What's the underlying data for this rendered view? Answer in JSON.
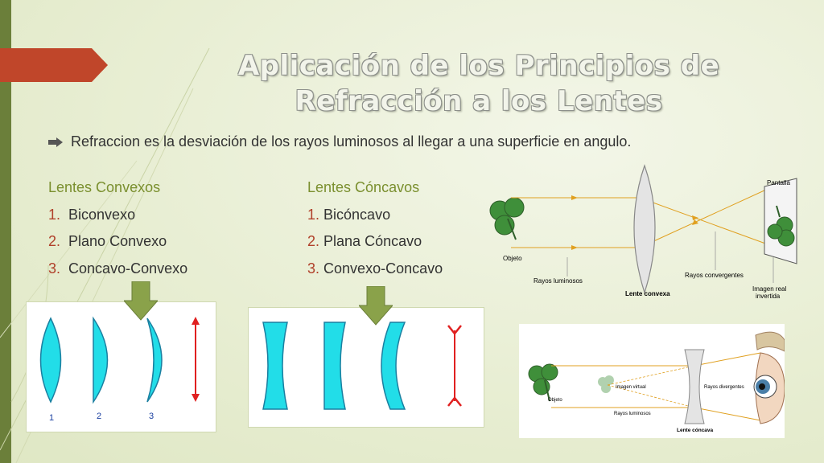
{
  "slide": {
    "title": "Aplicación de los Principios de Refracción a los Lentes",
    "bullet": "Refraccion es la desviación de los rayos luminosos al llegar a una superficie en angulo."
  },
  "convex": {
    "heading": "Lentes Convexos",
    "items": [
      {
        "num": "1.",
        "label": "Biconvexo"
      },
      {
        "num": "2.",
        "label": "Plano Convexo"
      },
      {
        "num": "3.",
        "label": "Concavo-Convexo"
      }
    ],
    "figure_numbers": [
      "1",
      "2",
      "3"
    ]
  },
  "concave": {
    "heading": "Lentes Cóncavos",
    "items": [
      {
        "num": "1.",
        "label": "Bicóncavo"
      },
      {
        "num": "2.",
        "label": "Plana Cóncavo"
      },
      {
        "num": "3.",
        "label": "Convexo-Concavo"
      }
    ]
  },
  "convex_diagram": {
    "screen_label": "Pantalla",
    "object_label": "Objeto",
    "rays_label": "Rayos luminosos",
    "lens_label": "Lente convexa",
    "converging_label": "Rayos convergentes",
    "image_label_1": "Imagen real",
    "image_label_2": "invertida"
  },
  "concave_diagram": {
    "object_label": "Objeto",
    "virtual_label": "Imagen virtual",
    "divergent_label": "Rayos divergentes",
    "rays_label": "Rayos luminosos",
    "lens_label": "Lente cóncava"
  },
  "colors": {
    "accent_red": "#c0462a",
    "olive": "#6b7f3a",
    "heading_green": "#7a8f2e",
    "lens_cyan": "#22dde8",
    "arrow_green": "#8aa24a"
  }
}
